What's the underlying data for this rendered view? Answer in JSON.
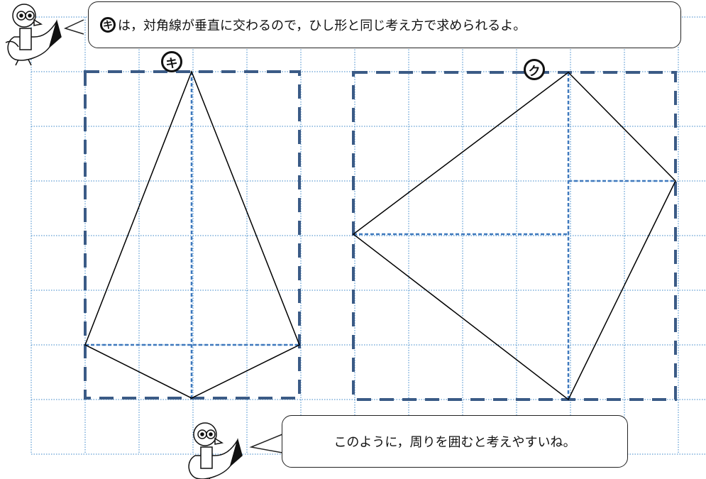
{
  "top_bubble": {
    "marker": "キ",
    "text": "は，対角線が垂直に交わるので，ひし形と同じ考え方で求められるよ。"
  },
  "bottom_bubble": {
    "text": "このように，周りを囲むと考えやすいね。"
  },
  "shape_labels": {
    "ki": "キ",
    "ku": "ク"
  },
  "colors": {
    "grid": "#3a86c8",
    "dashed_rect": "#3b5b86",
    "diagonal": "#3f79bd",
    "shape_outline": "#000000"
  },
  "icons": {
    "top": "bird-mascot-icon",
    "bottom": "bird-mascot-icon"
  }
}
